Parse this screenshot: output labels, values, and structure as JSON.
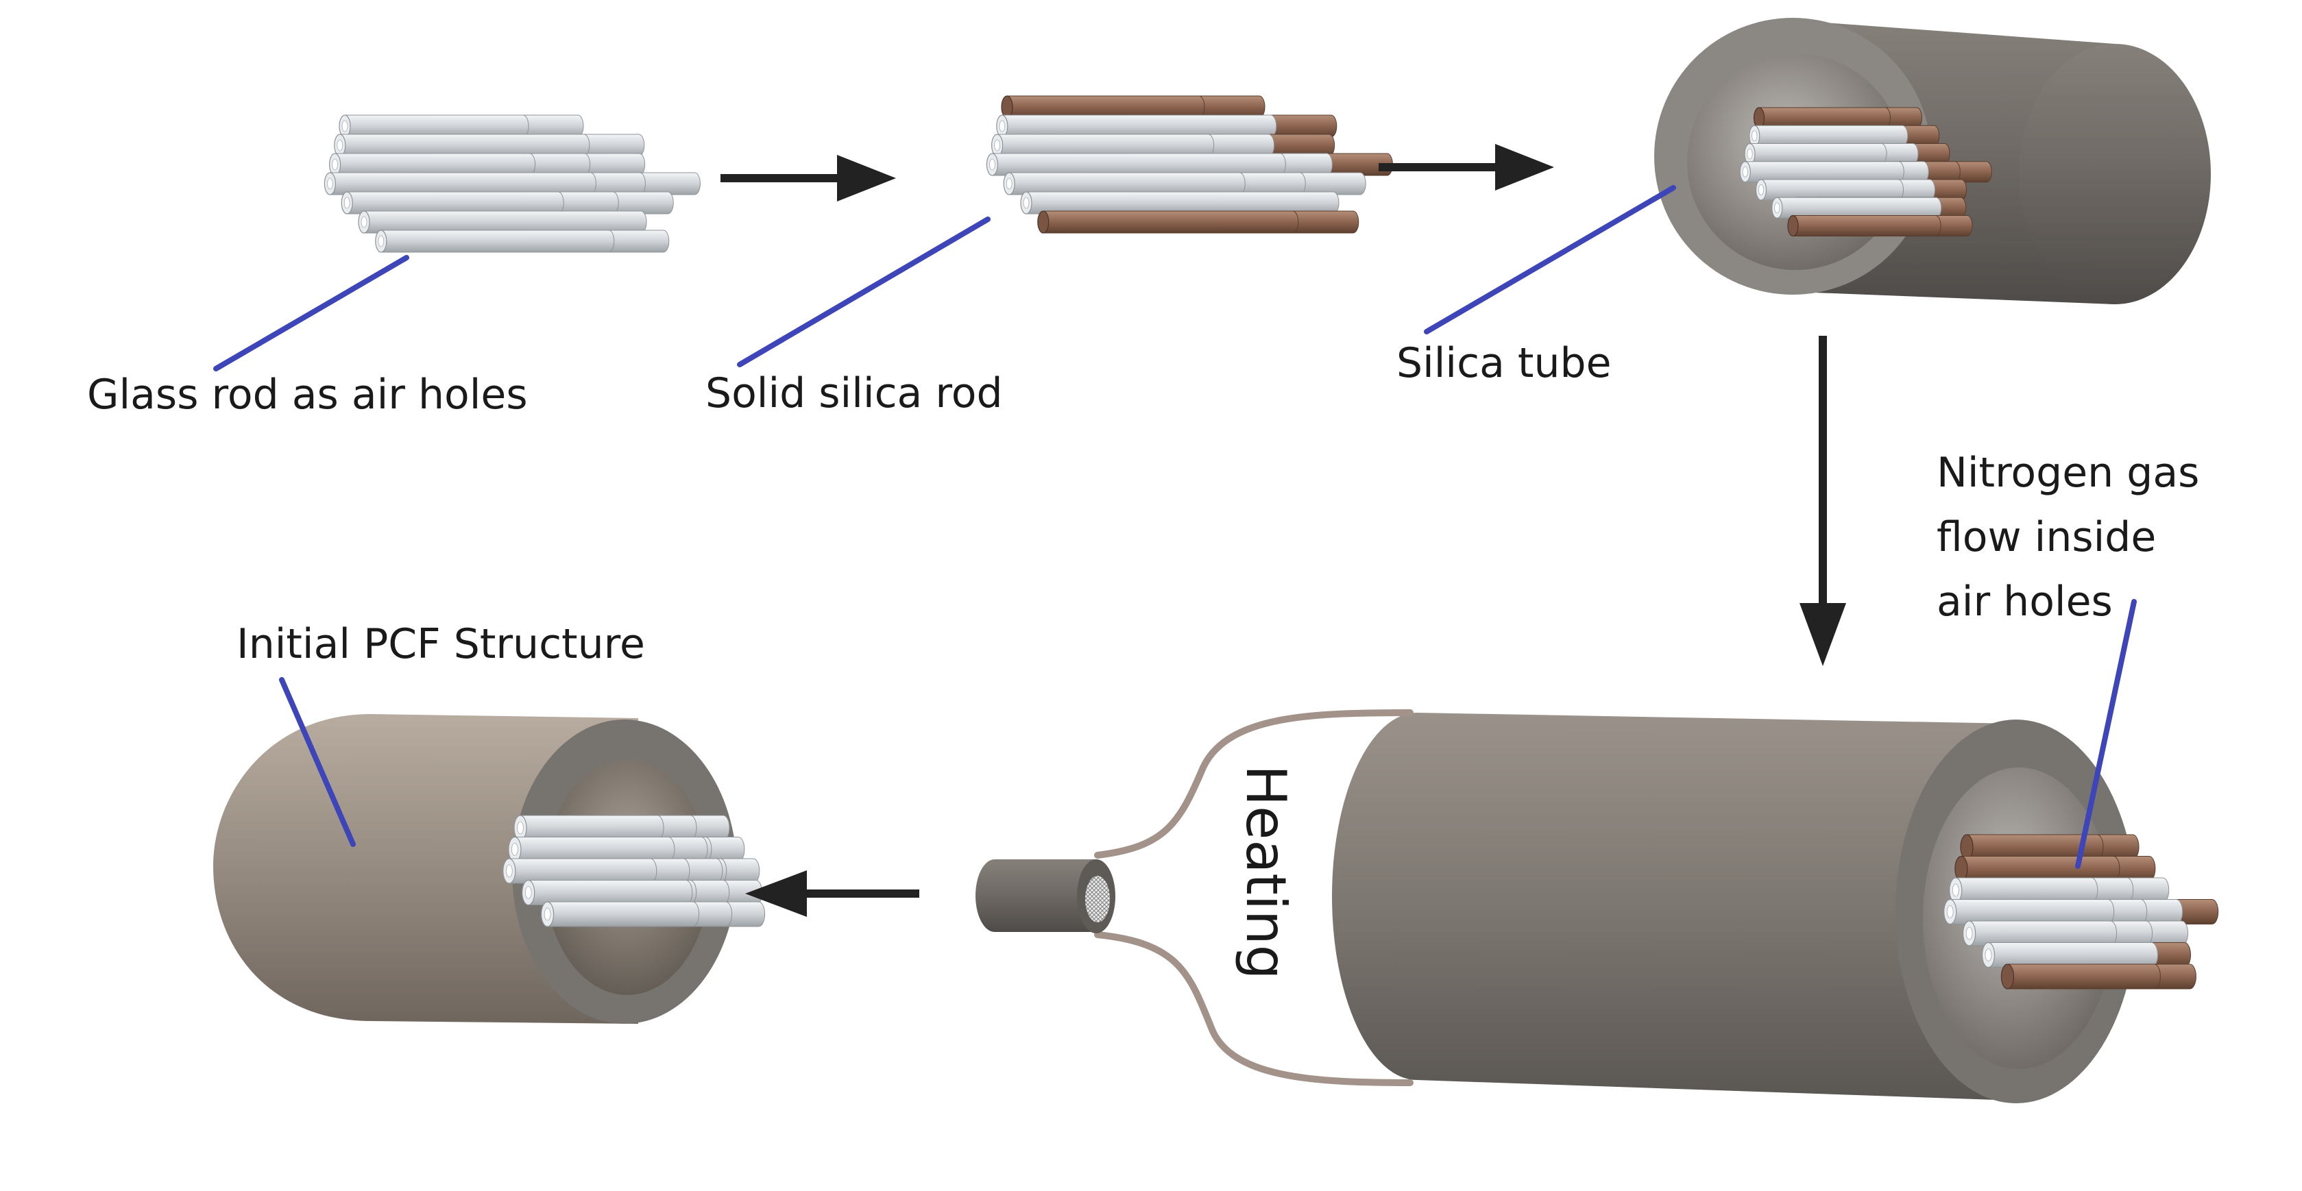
{
  "labels": {
    "glass_rod": "Glass rod as air holes",
    "solid_rod": "Solid silica rod",
    "silica_tube": "Silica tube",
    "nitrogen_line1": "Nitrogen gas",
    "nitrogen_line2": "flow inside",
    "nitrogen_line3": "air holes",
    "initial_pcf": "Initial PCF Structure",
    "heating": "Heating"
  },
  "colors": {
    "glass_rod": "#d4d8dc",
    "solid_rod": "#8e6a55",
    "tube_body": "#76706a",
    "tube_face": "#8c8985",
    "pcf_body": "#a59a8e",
    "leader_line": "#3d45b8",
    "arrow": "#222222",
    "heating_outline": "#a2928a"
  },
  "steps": [
    {
      "id": "stack-glass-rods",
      "description_label": "glass_rod"
    },
    {
      "id": "add-solid-rods",
      "description_label": "solid_rod"
    },
    {
      "id": "insert-into-tube",
      "description_label": "silica_tube"
    },
    {
      "id": "nitrogen-flow",
      "description_label": "nitrogen_line1"
    },
    {
      "id": "heat-and-draw",
      "description_label": "heating"
    },
    {
      "id": "result",
      "description_label": "initial_pcf"
    }
  ]
}
